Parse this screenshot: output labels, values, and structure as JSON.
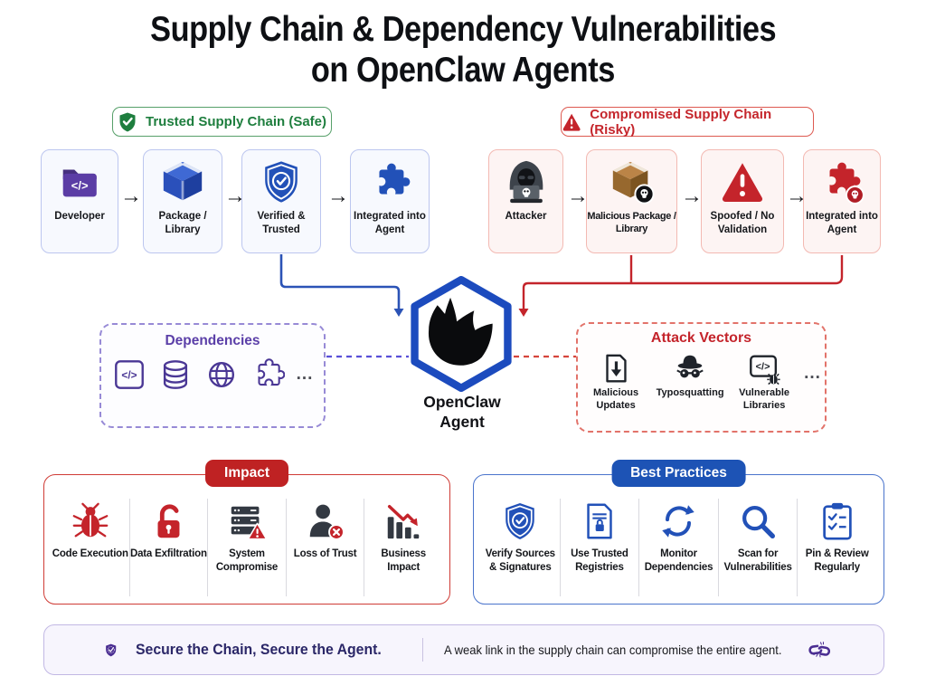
{
  "title": {
    "line1": "Supply Chain & Dependency Vulnerabilities",
    "line2": "on OpenClaw Agents"
  },
  "legend": {
    "safe": "Trusted Supply Chain (Safe)",
    "risky": "Compromised Supply Chain (Risky)"
  },
  "safe_flow": {
    "steps": [
      {
        "label": "Developer",
        "icon": "folder-code-icon"
      },
      {
        "label": "Package / Library",
        "icon": "package-icon"
      },
      {
        "label": "Verified & Trusted",
        "icon": "shield-check-icon"
      },
      {
        "label": "Integrated into Agent",
        "icon": "puzzle-icon"
      }
    ]
  },
  "risky_flow": {
    "steps": [
      {
        "label": "Attacker",
        "icon": "hacker-icon"
      },
      {
        "label": "Malicious Package / Library",
        "icon": "skull-package-icon"
      },
      {
        "label": "Spoofed / No Validation",
        "icon": "warning-triangle-icon"
      },
      {
        "label": "Integrated into Agent",
        "icon": "skull-puzzle-icon"
      }
    ]
  },
  "agent": {
    "line1": "OpenClaw",
    "line2": "Agent"
  },
  "dependencies": {
    "title": "Dependencies",
    "icons": [
      "code-square-icon",
      "database-icon",
      "globe-icon",
      "puzzle-outline-icon"
    ],
    "ellipsis": "..."
  },
  "attack_vectors": {
    "title": "Attack Vectors",
    "items": [
      {
        "label": "Malicious Updates",
        "icon": "download-doc-icon"
      },
      {
        "label": "Typosquatting",
        "icon": "spy-icon"
      },
      {
        "label": "Vulnerable Libraries",
        "icon": "code-bug-icon"
      }
    ],
    "ellipsis": "..."
  },
  "impact": {
    "title": "Impact",
    "items": [
      {
        "label": "Code Execution",
        "icon": "bug-icon"
      },
      {
        "label": "Data Exfiltration",
        "icon": "open-lock-icon"
      },
      {
        "label": "System Compromise",
        "icon": "server-warning-icon"
      },
      {
        "label": "Loss of Trust",
        "icon": "person-x-icon"
      },
      {
        "label": "Business Impact",
        "icon": "declining-chart-icon"
      }
    ]
  },
  "best_practices": {
    "title": "Best Practices",
    "items": [
      {
        "label": "Verify Sources & Signatures",
        "icon": "shield-check-icon"
      },
      {
        "label": "Use Trusted Registries",
        "icon": "doc-lock-icon"
      },
      {
        "label": "Monitor Dependencies",
        "icon": "refresh-icon"
      },
      {
        "label": "Scan for Vulnerabilities",
        "icon": "magnifier-icon"
      },
      {
        "label": "Pin & Review Regularly",
        "icon": "clipboard-check-icon"
      }
    ]
  },
  "footer": {
    "headline": "Secure the Chain, Secure the Agent.",
    "note": "A weak link in the supply chain can compromise the entire agent."
  },
  "glyphs": {
    "flow_arrow": "→"
  },
  "colors": {
    "safe_green": "#1e7e3e",
    "risky_red": "#c4242b",
    "blue": "#2251b8",
    "purple": "#4a3795",
    "footer_purple": "#4b2e92",
    "dark": "#33383f"
  }
}
